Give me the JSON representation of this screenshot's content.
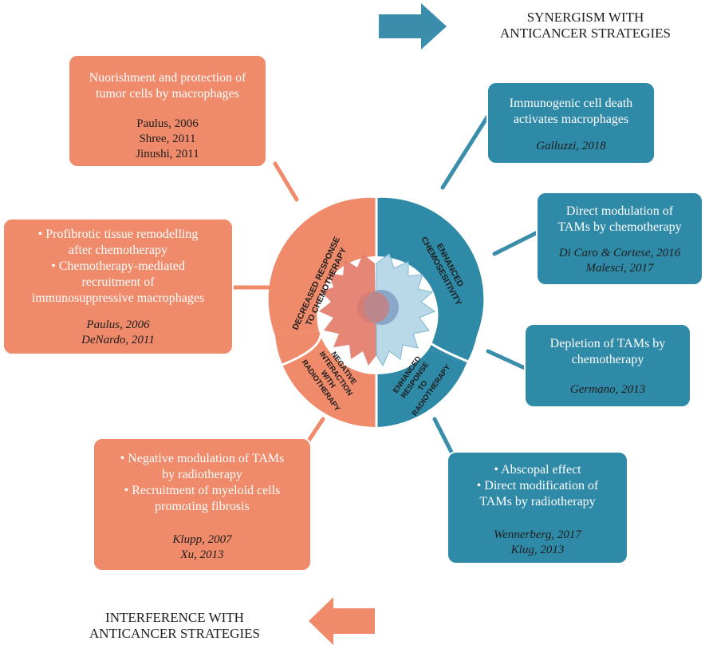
{
  "legend": {
    "top_line1": "SYNERGISM WITH",
    "top_line2": "ANTICANCER STRATEGIES",
    "bottom_line1": "INTERFERENCE WITH",
    "bottom_line2": "ANTICANCER STRATEGIES"
  },
  "colors": {
    "orange": "#ef8a6a",
    "teal": "#2f8aa8",
    "arrow_teal": "#3a8eab",
    "arrow_orange": "#ef8a6a"
  },
  "ring": {
    "decreased_1": "DECREASED RESPONSE",
    "decreased_2": "TO CHEMOTHERAPY",
    "enhanced_chemo_1": "ENHANCED",
    "enhanced_chemo_2": "CHEMOSESITIVITY",
    "negative_1": "NEGATIVE",
    "negative_2": "INTERACTION",
    "negative_3": "WITH",
    "negative_4": "RADIOTHERAPY",
    "enhanced_radio_1": "ENHANCED",
    "enhanced_radio_2": "RESPONSE",
    "enhanced_radio_3": "TO",
    "enhanced_radio_4": "RADIOTHERAPY"
  },
  "boxes": {
    "nourishment": {
      "line1": "Nuorishment and protection of",
      "line2": "tumor cells by macrophages",
      "cite1": "Paulus, 2006",
      "cite2": "Shree, 2011",
      "cite3": "Jinushi, 2011"
    },
    "profibrotic": {
      "b1_1": "• Profibrotic tissue remodelling",
      "b1_2": "after chemotherapy",
      "b2_1": "• Chemotherapy-mediated",
      "b2_2": "recruitment of",
      "b2_3": "immunosuppressive macrophages",
      "cite1": "Paulus, 2006",
      "cite2": "DeNardo, 2011"
    },
    "negative_mod": {
      "b1_1": "• Negative modulation of TAMs",
      "b1_2": "by radiotherapy",
      "b2_1": "• Recruitment of myeloid cells",
      "b2_2": "promoting fibrosis",
      "cite1": "Klupp, 2007",
      "cite2": "Xu, 2013"
    },
    "immunogenic": {
      "line1": "Immunogenic cell death",
      "line2": "activates macrophages",
      "cite1": "Galluzzi, 2018"
    },
    "direct_chemo": {
      "line1": "Direct modulation of",
      "line2": "TAMs by chemotherapy",
      "cite1": "Di Caro & Cortese, 2016",
      "cite2": "Malesci, 2017"
    },
    "depletion": {
      "line1": "Depletion of TAMs by",
      "line2": "chemotherapy",
      "cite1": "Germano, 2013"
    },
    "abscopal": {
      "b1": "•     Abscopal effect",
      "b2_1": "•   Direct modification of",
      "b2_2": "TAMs by radiotherapy",
      "cite1": "Wennerberg, 2017",
      "cite2": "Klug, 2013"
    }
  }
}
